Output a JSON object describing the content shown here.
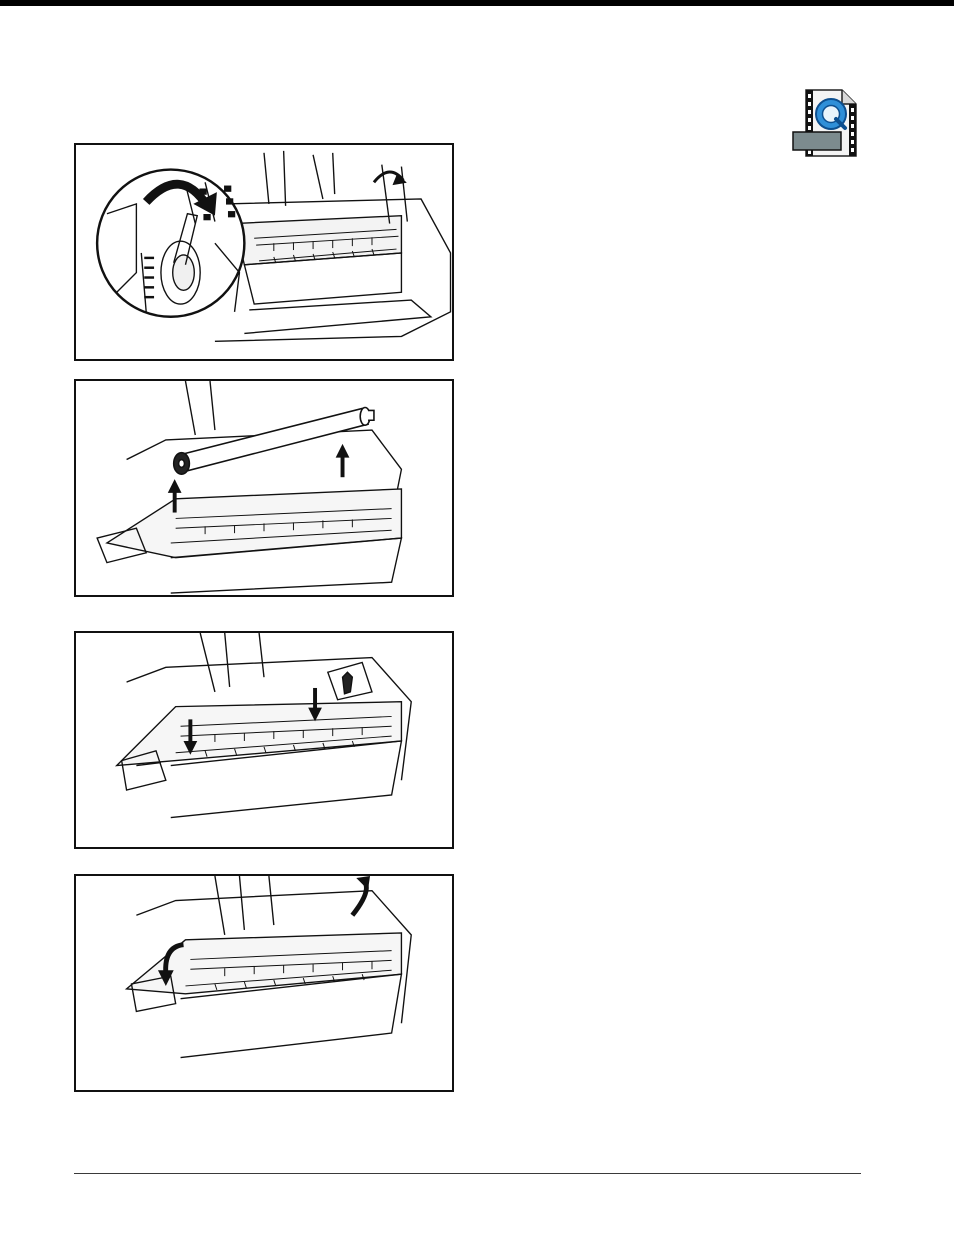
{
  "document": {
    "figures": [
      {
        "id": "fig-1",
        "depicts": "roller-latch-release"
      },
      {
        "id": "fig-2",
        "depicts": "platen-roller-removal"
      },
      {
        "id": "fig-3",
        "depicts": "platen-roller-insert"
      },
      {
        "id": "fig-4",
        "depicts": "roller-latch-lock"
      }
    ],
    "icons": {
      "movie": "quicktime-movie-icon"
    }
  }
}
